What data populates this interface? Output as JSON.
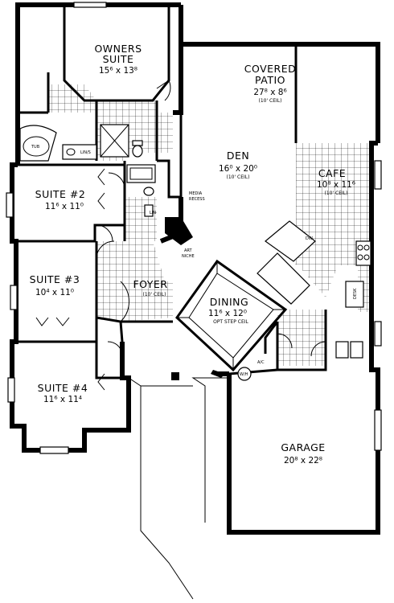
{
  "rooms": {
    "owners_suite": {
      "name_line1": "OWNERS",
      "name_line2": "SUITE",
      "dims": "15⁶ x 13⁸"
    },
    "covered_patio": {
      "name_line1": "COVERED",
      "name_line2": "PATIO",
      "dims": "27⁸ x 8⁶",
      "note": "(10' CEIL)"
    },
    "den": {
      "name": "DEN",
      "dims": "16⁰ x 20⁰",
      "note": "(10' CEIL)"
    },
    "cafe": {
      "name": "CAFE",
      "dims": "10⁸ x 11⁶",
      "note": "(10' CEIL)"
    },
    "suite2": {
      "name": "SUITE #2",
      "dims": "11⁶ x 11⁰"
    },
    "suite3": {
      "name": "SUITE #3",
      "dims": "10⁴ x 11⁰"
    },
    "suite4": {
      "name": "SUITE #4",
      "dims": "11⁶ x 11⁴"
    },
    "foyer": {
      "name": "FOYER",
      "note": "(10' CEIL)"
    },
    "dining": {
      "name": "DINING",
      "dims": "11⁶ x 12⁰",
      "note": "OPT STEP CEIL"
    },
    "garage": {
      "name": "GARAGE",
      "dims": "20⁸ x 22⁸"
    }
  },
  "fixtures": {
    "tub": "TUB",
    "lin_s": "LIN/S",
    "lin": "LIN",
    "media_line1": "MEDIA",
    "media_line2": "RECESS",
    "art_line1": "ART",
    "art_line2": "NICHE",
    "dw": "DW",
    "desk": "DESK",
    "ac": "A/C",
    "wh": "W/H"
  }
}
